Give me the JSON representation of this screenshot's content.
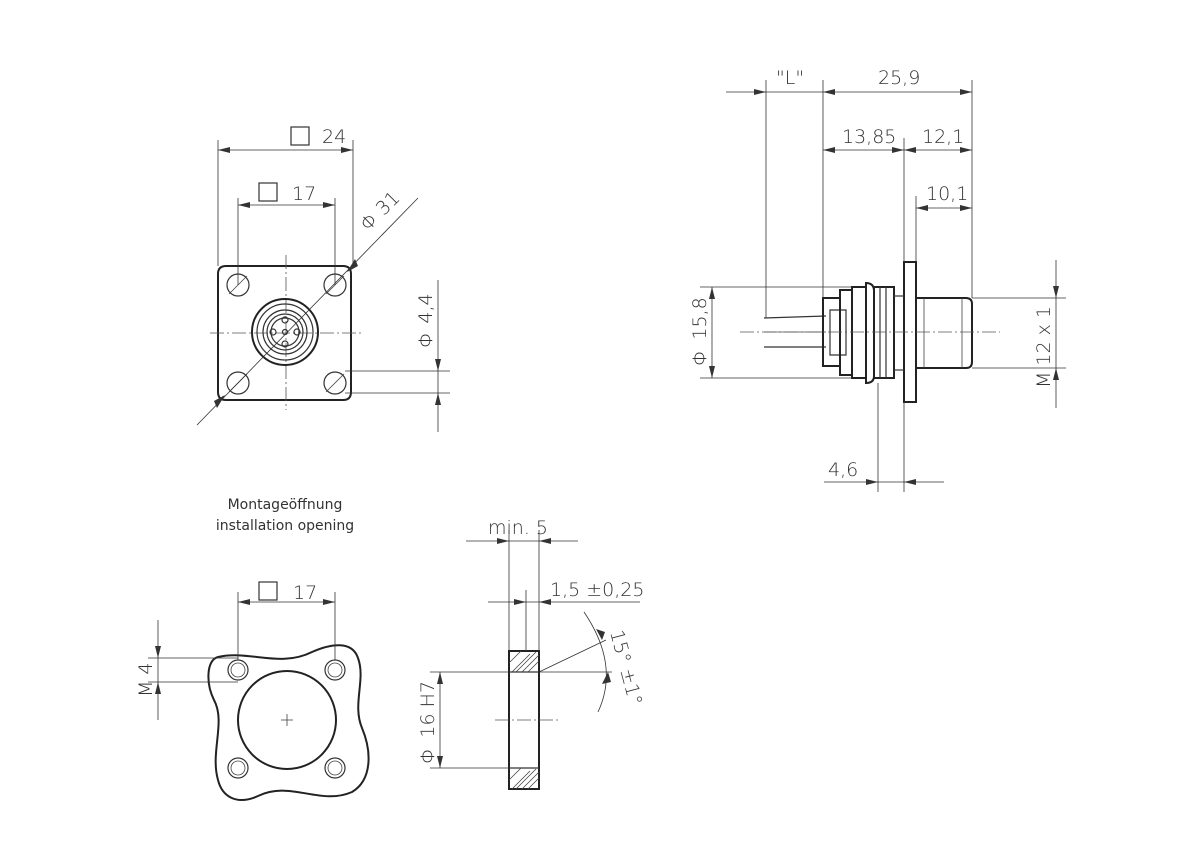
{
  "dimensions": {
    "front": {
      "square_outer": "24",
      "square_inner": "17",
      "diameter_bolt_circle": "31",
      "diameter_hole": "4,4"
    },
    "side": {
      "length_L": "\"L\"",
      "total_length": "25,9",
      "length_body": "13,85",
      "length_thread_part": "12,1",
      "length_thread": "10,1",
      "flange_offset": "4,6",
      "diameter_body": "15,8",
      "thread": "M 12 x 1"
    },
    "opening": {
      "square": "17",
      "thread_holes": "M 4",
      "bore": "16 H7"
    },
    "panel": {
      "min_thickness": "min.  5",
      "chamfer": "1,5  ±0,25",
      "angle": "15°  ±1°"
    }
  },
  "symbols": {
    "diameter": "Φ",
    "square": "square-symbol"
  },
  "labels": {
    "opening_de": "Montageöffnung",
    "opening_en": "installation opening"
  },
  "colors": {
    "line": "#333333",
    "background": "#ffffff"
  }
}
